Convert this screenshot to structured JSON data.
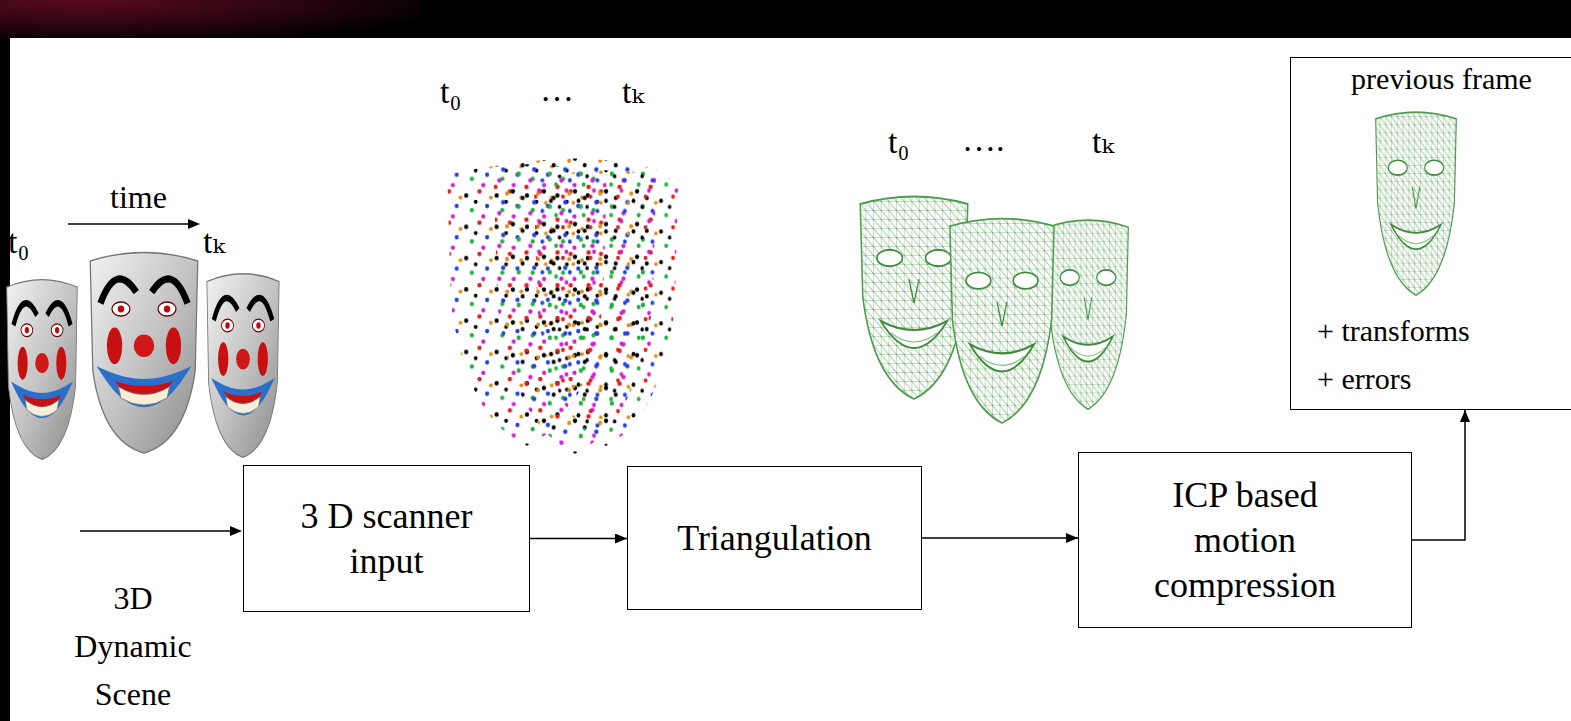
{
  "diagram": {
    "nodes": [
      {
        "text": [
          "3 D scanner input"
        ]
      },
      {
        "text": [
          "Triangulation"
        ]
      },
      {
        "text": [
          "ICP based motion compression"
        ]
      },
      {
        "text": [
          "previous frame",
          "+ transforms",
          "+ errors"
        ]
      }
    ],
    "edges": [
      {
        "from": 0,
        "to": 1,
        "arrow": "to"
      },
      {
        "from": 1,
        "to": 2,
        "arrow": "to"
      },
      {
        "from": 2,
        "to": 3,
        "arrow": "to"
      }
    ],
    "labels": [
      "t₀",
      "time",
      "tₖ",
      "t₀",
      "…",
      "tₖ",
      "t₀",
      "….",
      "tₖ",
      "3D Dynamic Scene"
    ]
  }
}
